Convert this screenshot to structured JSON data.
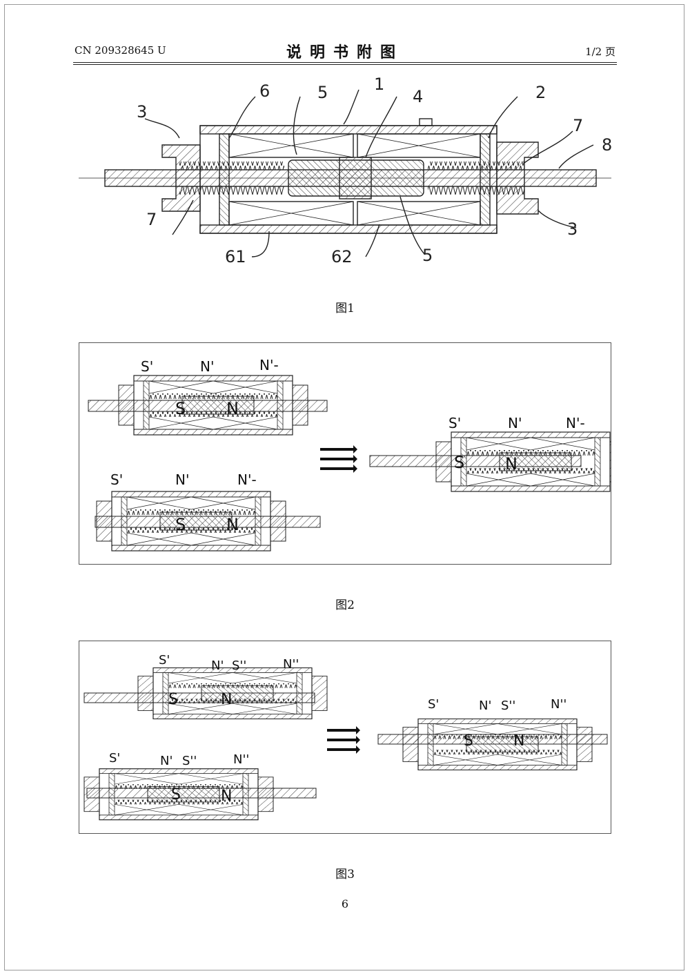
{
  "header": {
    "doc_number": "CN 209328645 U",
    "title": "说明书附图",
    "page_of": "1/2 页"
  },
  "figures": [
    {
      "caption": "图1",
      "labels": {
        "l1": "1",
        "l2": "2",
        "l3a": "3",
        "l3b": "3",
        "l4": "4",
        "l5a": "5",
        "l5b": "5",
        "l6": "6",
        "l7a": "7",
        "l7b": "7",
        "l8": "8",
        "l61": "61",
        "l62": "62"
      }
    },
    {
      "caption": "图2",
      "poles": {
        "s1": "S'",
        "n1": "N'",
        "n2": "N'-",
        "S": "S",
        "N": "N"
      }
    },
    {
      "caption": "图3",
      "poles": {
        "s1": "S'",
        "n1": "N'",
        "s2": "S''",
        "n2": "N''",
        "S": "S",
        "N": "N"
      }
    }
  ],
  "footer": {
    "page_number": "6"
  }
}
